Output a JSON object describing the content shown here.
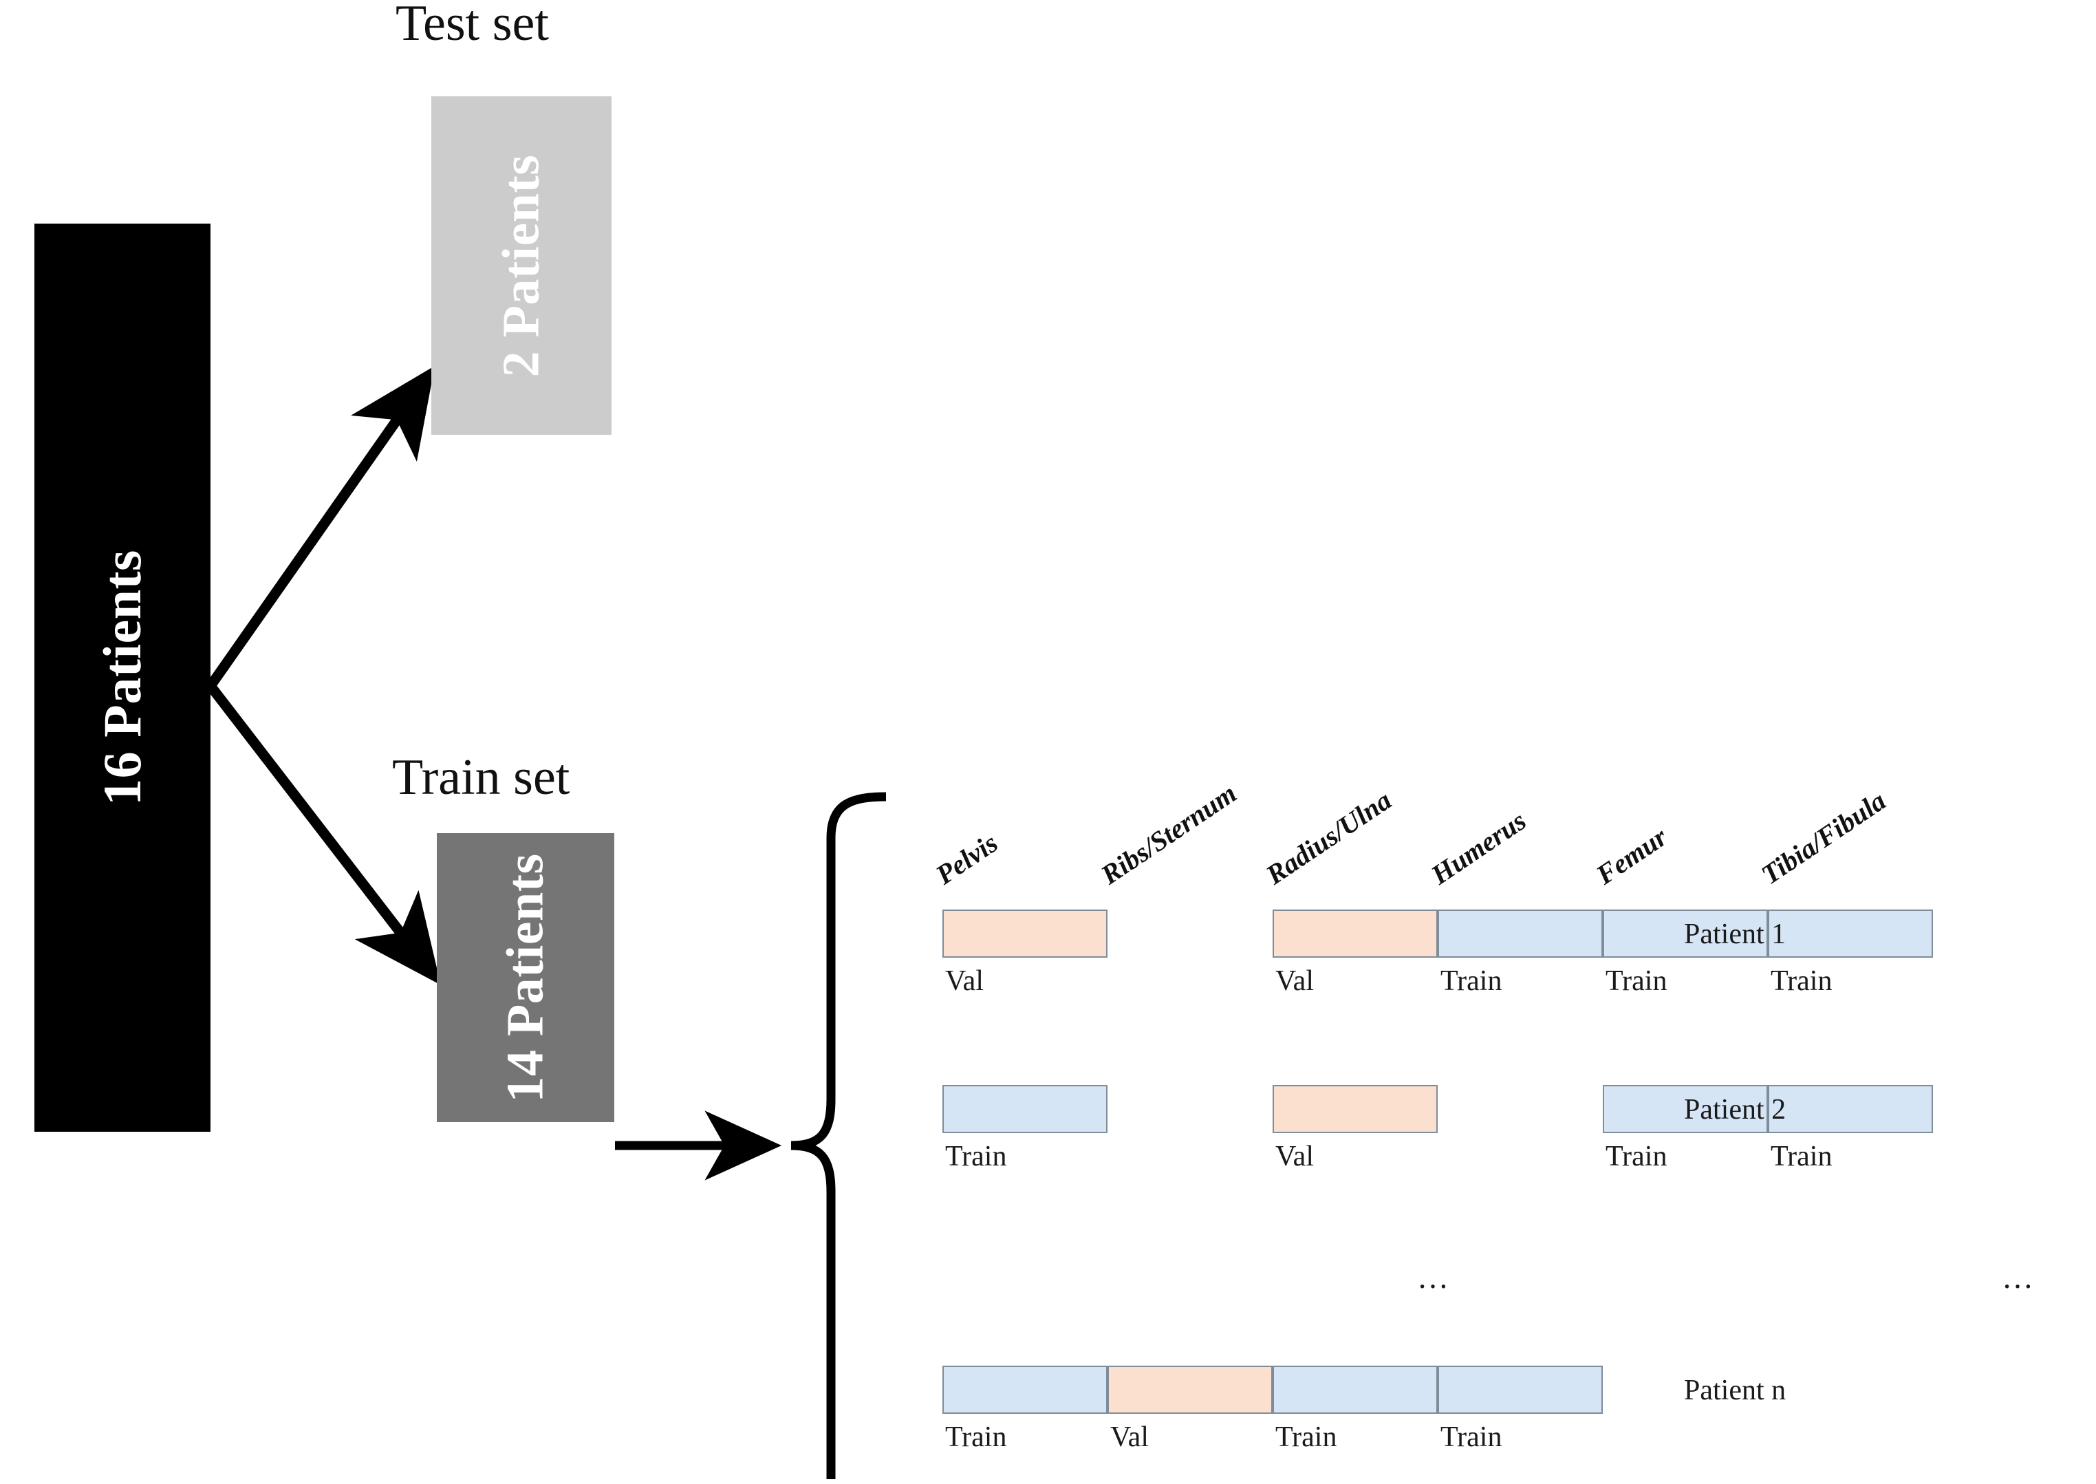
{
  "diagram": {
    "title_test": "Test set",
    "title_train": "Train set",
    "boxes": {
      "total": {
        "label": "16 Patients",
        "fill": "#000000",
        "text_color": "#ffffff"
      },
      "test": {
        "label": "2 Patients",
        "fill": "#cccccc",
        "text_color": "#ffffff"
      },
      "train": {
        "label": "14 Patients",
        "fill": "#757575",
        "text_color": "#ffffff"
      }
    },
    "colors": {
      "train_cell": "#d6e5f5",
      "val_cell": "#fbe0d0",
      "cell_border": "#7f8c99",
      "arrow": "#000000",
      "brace": "#000000"
    },
    "columns": [
      "Pelvis",
      "Ribs/Sternum",
      "Radius/Ulna",
      "Humerus",
      "Femur",
      "Tibia/Fibula"
    ],
    "rows": [
      {
        "patient": "Patient 1",
        "cells": [
          {
            "col": 0,
            "kind": "val",
            "label": "Val"
          },
          {
            "col": 2,
            "kind": "val",
            "label": "Val"
          },
          {
            "col": 3,
            "kind": "train",
            "label": "Train"
          },
          {
            "col": 4,
            "kind": "train",
            "label": "Train"
          },
          {
            "col": 5,
            "kind": "train",
            "label": "Train"
          }
        ]
      },
      {
        "patient": "Patient 2",
        "cells": [
          {
            "col": 0,
            "kind": "train",
            "label": "Train"
          },
          {
            "col": 2,
            "kind": "val",
            "label": "Val"
          },
          {
            "col": 4,
            "kind": "train",
            "label": "Train"
          },
          {
            "col": 5,
            "kind": "train",
            "label": "Train"
          }
        ]
      },
      {
        "patient": "Patient n",
        "cells": [
          {
            "col": 0,
            "kind": "train",
            "label": "Train"
          },
          {
            "col": 1,
            "kind": "val",
            "label": "Val"
          },
          {
            "col": 2,
            "kind": "train",
            "label": "Train"
          },
          {
            "col": 3,
            "kind": "train",
            "label": "Train"
          }
        ]
      }
    ],
    "ellipsis_left": "…",
    "ellipsis_right": "…"
  }
}
